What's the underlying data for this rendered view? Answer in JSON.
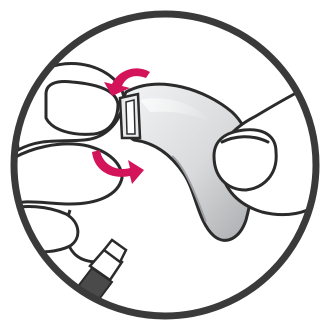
{
  "illustration": {
    "subject": "hearing-aid-receiver-twist",
    "colors": {
      "outline": "#2b2b2b",
      "frame": "#3a3a3a",
      "skin": "#ffffff",
      "device-light": "#e6e7e9",
      "device-shadow": "#b9bbbe",
      "arrow": "#d4145a",
      "cable": "#2b2b2b",
      "plug": "#4a4a4a"
    },
    "arrows": {
      "count": 2,
      "rotation": "twist"
    }
  }
}
